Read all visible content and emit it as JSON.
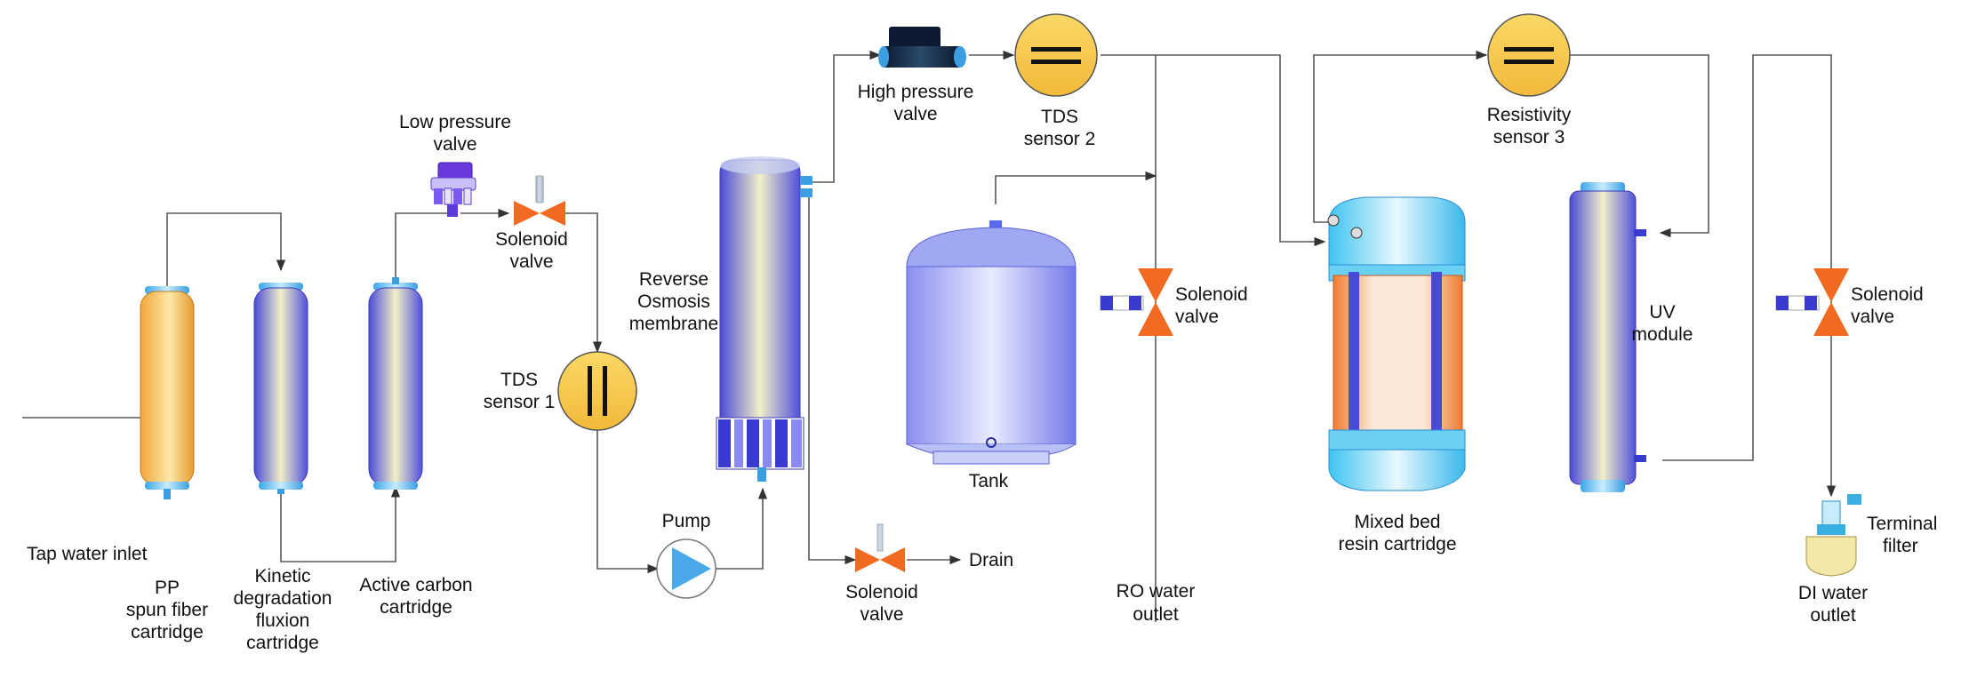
{
  "labels": {
    "tap_water_inlet": "Tap water inlet",
    "pp": [
      "PP",
      "spun fiber",
      "cartridge"
    ],
    "kinetic": [
      "Kinetic",
      "degradation",
      "fluxion",
      "cartridge"
    ],
    "active_carbon": [
      "Active carbon",
      "cartridge"
    ],
    "low_pressure_valve": [
      "Low pressure",
      "valve"
    ],
    "solenoid_valve_1": [
      "Solenoid",
      "valve"
    ],
    "tds_sensor_1": [
      "TDS",
      "sensor 1"
    ],
    "reverse_osmosis": [
      "Reverse",
      "Osmosis",
      "membrane"
    ],
    "pump": "Pump",
    "solenoid_valve_drain": [
      "Solenoid",
      "valve"
    ],
    "drain": "Drain",
    "high_pressure_valve": [
      "High pressure",
      "valve"
    ],
    "tds_sensor_2": [
      "TDS",
      "sensor 2"
    ],
    "tank": "Tank",
    "solenoid_valve_ro": [
      "Solenoid",
      "valve"
    ],
    "ro_water_outlet": [
      "RO water",
      "outlet"
    ],
    "mixed_bed": [
      "Mixed bed",
      "resin cartridge"
    ],
    "resistivity_sensor_3": [
      "Resistivity",
      "sensor 3"
    ],
    "uv_module": [
      "UV",
      "module"
    ],
    "solenoid_valve_di": [
      "Solenoid",
      "valve"
    ],
    "terminal_filter": [
      "Terminal",
      "filter"
    ],
    "di_water_outlet": [
      "DI water",
      "outlet"
    ]
  },
  "colors": {
    "pipe": "#555a60",
    "sensor_fill": "#f7c94a",
    "valve": "#f26a21",
    "cartridge_yellow": "#f5b94c",
    "cartridge_blue": "#5a5ae0",
    "pump": "#4aa8e8"
  }
}
